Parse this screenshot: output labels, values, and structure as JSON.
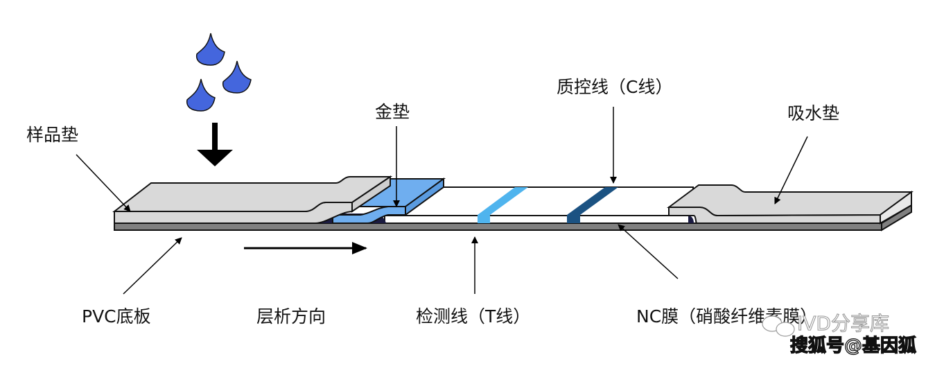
{
  "diagram": {
    "title": "Lateral flow test strip structure",
    "labels": {
      "sample_pad": "样品垫",
      "gold_pad": "金垫",
      "control_line": "质控线（C线）",
      "absorbent_pad": "吸水垫",
      "pvc_backing": "PVC底板",
      "flow_direction": "层析方向",
      "test_line": "检测线（T线）",
      "nc_membrane": "NC膜（硝酸纤维素膜）"
    },
    "components": [
      {
        "id": "sample-pad",
        "name": "样品垫",
        "color": "#d9d9d9"
      },
      {
        "id": "gold-pad",
        "name": "金垫",
        "color": "#6faeef"
      },
      {
        "id": "nc-membrane",
        "name": "NC膜",
        "color": "#ffffff"
      },
      {
        "id": "test-line",
        "name": "T线",
        "color": "#4fb4ee"
      },
      {
        "id": "control-line",
        "name": "C线",
        "color": "#1b5282"
      },
      {
        "id": "absorbent-pad",
        "name": "吸水垫",
        "color": "#d9d9d9"
      },
      {
        "id": "pvc-backing",
        "name": "PVC底板",
        "color": "#808080"
      }
    ],
    "drops": {
      "count": 3,
      "color": "#4466dd"
    }
  },
  "watermark": {
    "line1": "IVD分享库",
    "line2": "搜狐号@基因狐"
  }
}
